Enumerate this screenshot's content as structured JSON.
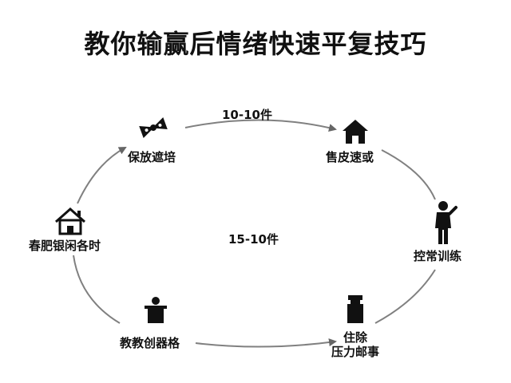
{
  "title": "教你输赢后情绪快速平复技巧",
  "arrow_top_label": "10-10件",
  "center_label": "15-10件",
  "nodes": [
    {
      "label": "保放遮培",
      "icon": "bow-tie-icon"
    },
    {
      "label": "售皮速或",
      "icon": "house-icon"
    },
    {
      "label": "控常训练",
      "icon": "person-icon"
    },
    {
      "label_line1": "住除",
      "label_line2": "压力邮事",
      "icon": "bottle-icon"
    },
    {
      "label": "教教创器格",
      "icon": "podium-icon"
    },
    {
      "label": "春肥银闲各时",
      "icon": "home-outline-icon"
    }
  ],
  "colors": {
    "arrow": "#808080",
    "icon": "#111111",
    "text": "#111111"
  }
}
